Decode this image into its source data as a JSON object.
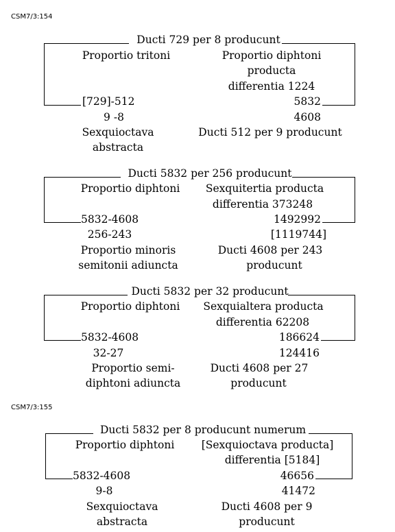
{
  "refs": [
    "CSM7/3:154",
    "CSM7/3:155"
  ],
  "diagrams": [
    {
      "title": "Ducti 729 per 8 producunt",
      "left_top": [
        "Proportio tritoni"
      ],
      "right_top": [
        "Proportio diphtoni",
        "producta",
        "differentia 1224"
      ],
      "left_bracket": "[729]-512",
      "right_bracket": "5832",
      "left_below": [
        "9 -8",
        "Sexquioctava",
        "abstracta"
      ],
      "right_below": [
        "4608",
        "Ducti 512 per 9 producunt"
      ]
    },
    {
      "title": "Ducti 5832 per 256 producunt",
      "left_top": [
        "Proportio diphtoni"
      ],
      "right_top": [
        "Sexquitertia producta",
        "differentia 373248"
      ],
      "left_bracket": "5832-4608",
      "right_bracket": "1492992",
      "left_below": [
        "256-243",
        "Proportio minoris",
        "semitonii adiuncta"
      ],
      "right_below": [
        "[1119744]",
        "Ducti 4608 per 243",
        "producunt"
      ]
    },
    {
      "title": "Ducti 5832 per 32 producunt",
      "left_top": [
        "Proportio diphtoni"
      ],
      "right_top": [
        "Sexquialtera producta",
        "differentia 62208"
      ],
      "left_bracket": "5832-4608",
      "right_bracket": "186624",
      "left_below": [
        "32-27",
        "Proportio semi-",
        "diphtoni adiuncta"
      ],
      "right_below": [
        "124416",
        "Ducti 4608 per 27",
        "producunt"
      ]
    },
    {
      "title": "Ducti 5832 per 8 producunt numerum",
      "left_top": [
        "Proportio diphtoni"
      ],
      "right_top": [
        "[Sexquioctava producta]",
        "differentia [5184]"
      ],
      "left_bracket": "5832-4608",
      "right_bracket": "46656",
      "left_below": [
        "9-8",
        "Sexquioctava",
        "abstracta"
      ],
      "right_below": [
        "41472",
        "Ducti 4608 per 9",
        "producunt"
      ]
    }
  ]
}
